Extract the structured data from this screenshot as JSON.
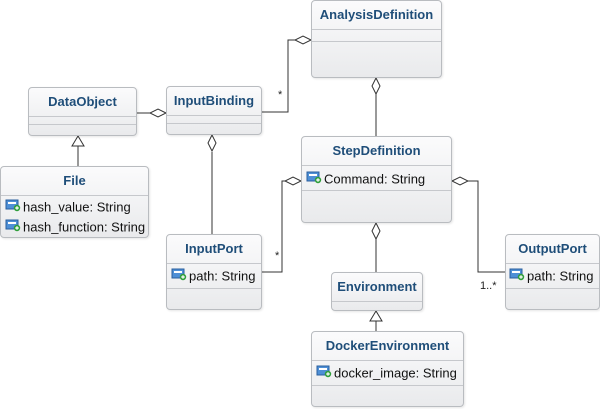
{
  "classes": {
    "analysis_definition": {
      "name": "AnalysisDefinition",
      "attributes": []
    },
    "data_object": {
      "name": "DataObject",
      "attributes": []
    },
    "input_binding": {
      "name": "InputBinding",
      "attributes": []
    },
    "file": {
      "name": "File",
      "attributes": [
        "hash_value: String",
        "hash_function: String"
      ]
    },
    "step_definition": {
      "name": "StepDefinition",
      "attributes": [
        "Command: String"
      ]
    },
    "input_port": {
      "name": "InputPort",
      "attributes": [
        "path: String"
      ]
    },
    "output_port": {
      "name": "OutputPort",
      "attributes": [
        "path: String"
      ]
    },
    "environment": {
      "name": "Environment",
      "attributes": []
    },
    "docker_environment": {
      "name": "DockerEnvironment",
      "attributes": [
        "docker_image: String"
      ]
    }
  },
  "multiplicities": {
    "binding_to_analysis": "*",
    "port_to_step": "*",
    "step_to_output": "1..*"
  },
  "colors": {
    "class_name": "#1f4e79",
    "border": "#b9bcc0",
    "line": "#333333"
  },
  "icons": {
    "attribute": "attribute-icon",
    "diamond": "aggregation-diamond",
    "triangle": "generalization-triangle"
  }
}
